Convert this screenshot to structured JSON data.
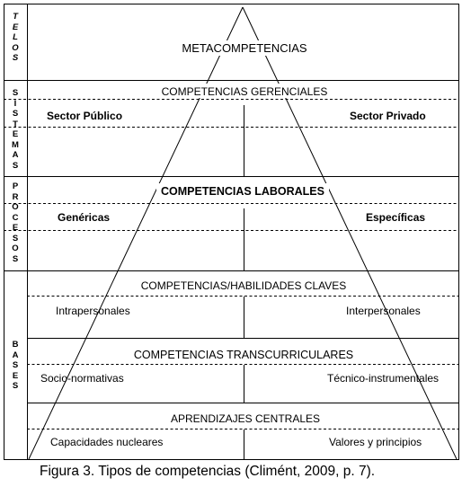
{
  "side_labels": {
    "telos": "TELOS",
    "sistemas": "SISTEMAS",
    "procesos": "PROCESOS",
    "bases": "BASES"
  },
  "levels": {
    "metacompetencias": "METACOMPETENCIAS",
    "gerenciales": {
      "title": "COMPETENCIAS GERENCIALES",
      "left": "Sector Público",
      "right": "Sector Privado"
    },
    "laborales": {
      "title": "COMPETENCIAS LABORALES",
      "left": "Genéricas",
      "right": "Específicas"
    },
    "claves": {
      "title": "COMPETENCIAS/HABILIDADES CLAVES",
      "left": "Intrapersonales",
      "right": "Interpersonales"
    },
    "transcurriculares": {
      "title": "COMPETENCIAS TRANSCURRICULARES",
      "left": "Socio-normativas",
      "right": "Técnico-instrumentales"
    },
    "aprendizajes": {
      "title": "APRENDIZAJES CENTRALES",
      "left": "Capacidades nucleares",
      "right": "Valores y principios"
    }
  },
  "caption": "Figura 3. Tipos de competencias (Climént, 2009, p. 7)."
}
